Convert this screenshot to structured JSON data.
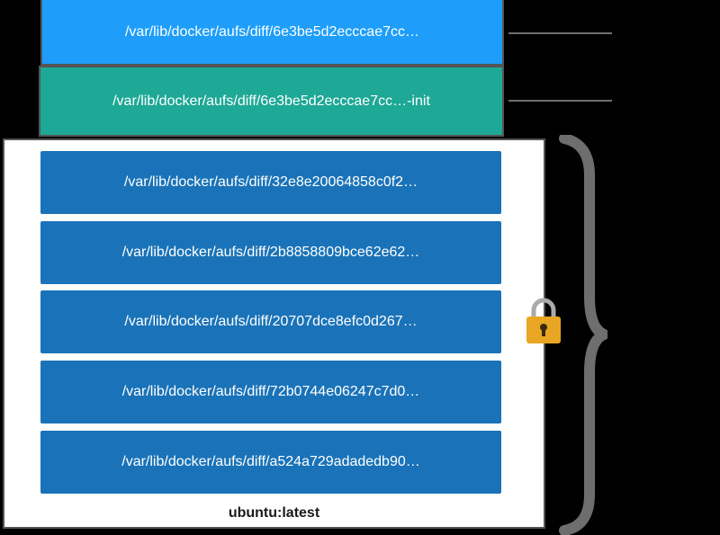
{
  "layers": {
    "rw": {
      "label": "/var/lib/docker/aufs/diff/6e3be5d2ecccae7cc…",
      "color": "#1E9EFA"
    },
    "init": {
      "label": "/var/lib/docker/aufs/diff/6e3be5d2ecccae7cc…-init",
      "color": "#1EA896"
    },
    "image_layers": [
      {
        "label": "/var/lib/docker/aufs/diff/32e8e20064858c0f2…"
      },
      {
        "label": "/var/lib/docker/aufs/diff/2b8858809bce62e62…"
      },
      {
        "label": "/var/lib/docker/aufs/diff/20707dce8efc0d267…"
      },
      {
        "label": "/var/lib/docker/aufs/diff/72b0744e06247c7d0…"
      },
      {
        "label": "/var/lib/docker/aufs/diff/a524a729adadedb90…"
      }
    ],
    "image_layer_color": "#1A73B8"
  },
  "image_label": "ubuntu:latest",
  "icons": {
    "lock": "lock-icon",
    "brace": "curly-brace-icon"
  },
  "colors": {
    "background": "#000000",
    "lock_body": "#E8A624",
    "lock_shackle": "#AAAAAA",
    "brace": "#6E6E6E",
    "pointer_line": "#6E6E6E"
  }
}
